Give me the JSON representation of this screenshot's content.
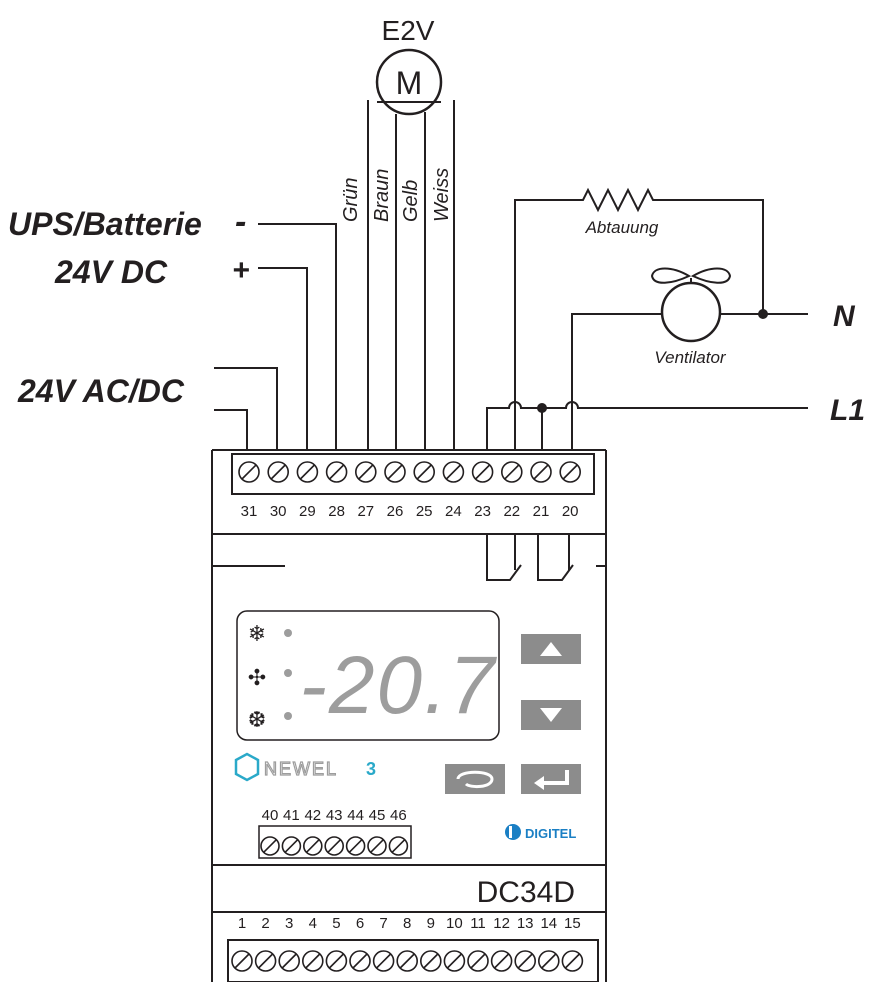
{
  "motor": {
    "title": "E2V",
    "symbol": "M"
  },
  "motor_wires": [
    "Grün",
    "Braun",
    "Gelb",
    "Weiss"
  ],
  "power": {
    "ups_label": "UPS/Batterie",
    "dc_label": "24V DC",
    "minus": "-",
    "plus": "+",
    "acdc_label": "24V AC/DC"
  },
  "loads": {
    "defrost_label": "Abtauung",
    "fan_label": "Ventilator",
    "neutral": "N",
    "line": "L1"
  },
  "top_terminals": [
    "31",
    "30",
    "29",
    "28",
    "27",
    "26",
    "25",
    "24",
    "23",
    "22",
    "21",
    "20"
  ],
  "aux_terminals": [
    "40",
    "41",
    "42",
    "43",
    "44",
    "45",
    "46"
  ],
  "bottom_terminals": [
    "1",
    "2",
    "3",
    "4",
    "5",
    "6",
    "7",
    "8",
    "9",
    "10",
    "11",
    "12",
    "13",
    "14",
    "15"
  ],
  "display": {
    "value": "-20.7"
  },
  "brand": {
    "newel": "NEWEL",
    "newel_suffix": "3",
    "digitel": "DIGITEL"
  },
  "model": "DC34D",
  "colors": {
    "line": "#231f20",
    "display_digits": "#9d9d9d",
    "button": "#8c8c8c",
    "brand_teal": "#2aa9c9",
    "brand_blue": "#1a7fc4"
  }
}
